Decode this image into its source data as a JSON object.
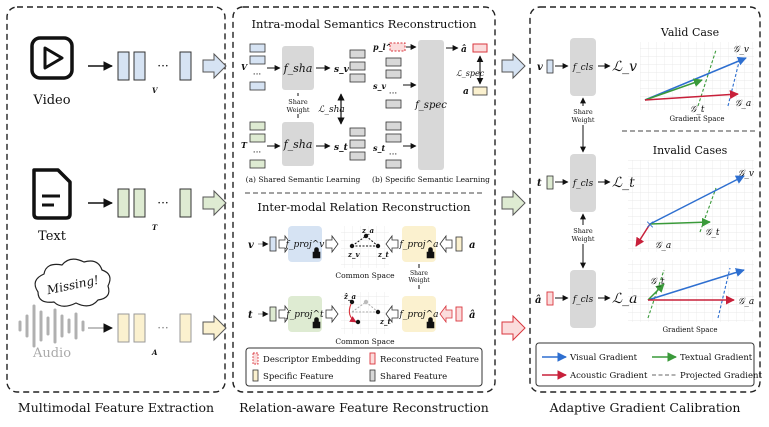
{
  "panels": {
    "extraction": {
      "caption": "Multimodal Feature Extraction",
      "video_label": "Video",
      "text_label": "Text",
      "audio_label": "Audio",
      "missing_label": "Missing!",
      "feat_v": "V",
      "feat_t": "T",
      "feat_a": "A",
      "dots": "···"
    },
    "reconstruction": {
      "caption": "Relation-aware Feature Reconstruction",
      "intra_title": "Intra-modal Semantics Reconstruction",
      "inter_title": "Inter-modal Relation Reconstruction",
      "shared": {
        "f_sha": "f_sha",
        "V": "V",
        "T": "T",
        "s_v": "s_v",
        "s_t": "s_t",
        "share_weight": [
          "Share",
          "Weight"
        ],
        "loss": "ℒ_sha",
        "sub_caption": "(a) Shared Semantic Learning"
      },
      "specific": {
        "f_spec": "f_spec",
        "p_l": "p_l^m",
        "s_v": "s_v",
        "s_t": "s_t",
        "a_hat": "â",
        "a": "a",
        "loss": "ℒ_spec",
        "sub_caption": "(b) Specific Semantic Learning"
      },
      "relation": {
        "v": "v",
        "t": "t",
        "a": "a",
        "a_hat": "â",
        "f_proj_v": "f_proj^v",
        "f_proj_t": "f_proj^t",
        "f_proj_a1": "f_proj^a",
        "f_proj_a2": "f_proj^a",
        "common_space": "Common Space",
        "share_weight": [
          "Share",
          "Weight"
        ],
        "z_a": "z_a",
        "z_v": "z_v",
        "z_t": "z_t",
        "z_a_hat": "ẑ_a"
      },
      "legend": [
        {
          "label": "Descriptor Embedding",
          "swatch": "descriptor"
        },
        {
          "label": "Reconstructed Feature",
          "swatch": "reconstructed"
        },
        {
          "label": "Specific Feature",
          "swatch": "specific"
        },
        {
          "label": "Shared Feature",
          "swatch": "shared"
        }
      ]
    },
    "calibration": {
      "caption": "Adaptive Gradient Calibration",
      "f_cls": "f_cls",
      "inputs": [
        "v",
        "t",
        "â"
      ],
      "losses": [
        "ℒ_v",
        "ℒ_t",
        "ℒ_a"
      ],
      "share_weight": [
        "Share",
        "Weight"
      ],
      "valid_title": "Valid Case",
      "invalid_title": "Invalid Cases",
      "gradient_space": "Gradient Space",
      "g_v": "𝒢_v",
      "g_t": "𝒢_t",
      "g_a": "𝒢_a",
      "legend": [
        {
          "label": "Visual Gradient",
          "color": "#2e6fd0"
        },
        {
          "label": "Textual Gradient",
          "color": "#3a9a3a"
        },
        {
          "label": "Acoustic Gradient",
          "color": "#c8203a"
        },
        {
          "label": "Projected Gradient",
          "color": "#999999"
        }
      ]
    }
  },
  "colors": {
    "video": "#d6e3f3",
    "text": "#deebd2",
    "audio": "#fbf1cf",
    "shared": "#d8d8d8",
    "reconstructed": "#fbdcdc",
    "red": "#d9363e",
    "blue": "#2e6fd0",
    "green": "#3a9a3a"
  }
}
